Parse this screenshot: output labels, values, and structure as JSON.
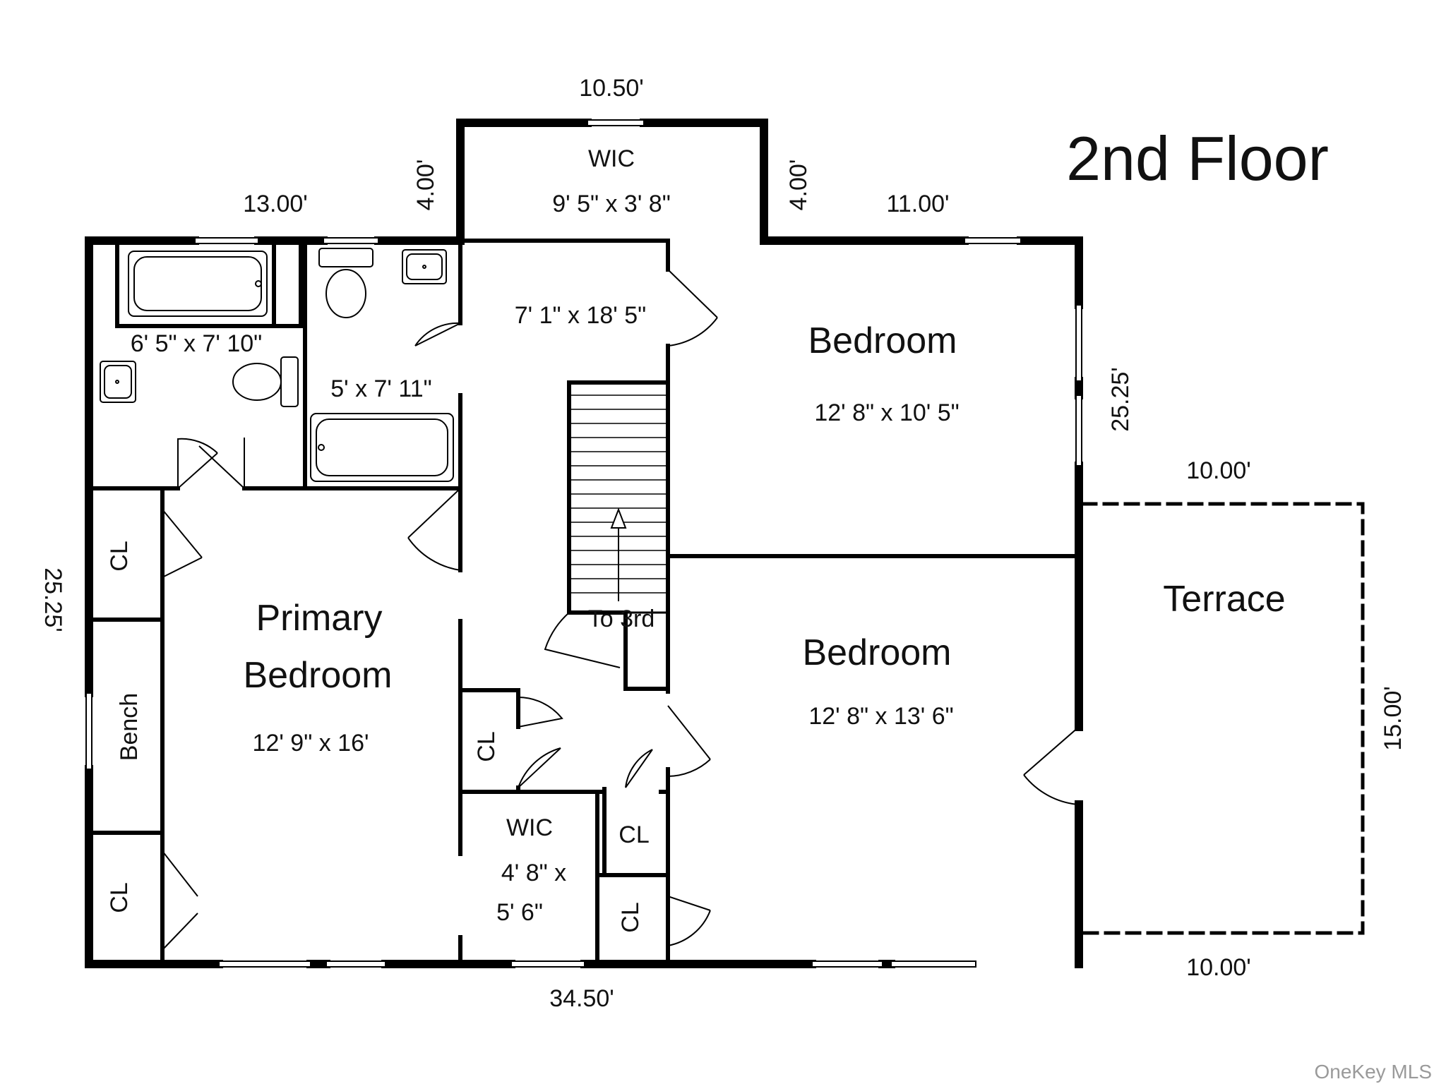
{
  "title": "2nd Floor",
  "watermark": "OneKey MLS",
  "colors": {
    "wall": "#000000",
    "background": "#ffffff",
    "watermark": "#9a9a9a"
  },
  "exterior_dims": {
    "top_wic": "10.50'",
    "top_left": "13.00'",
    "top_right": "11.00'",
    "wic_left_side": "4.00'",
    "wic_right_side": "4.00'",
    "left_side": "25.25'",
    "right_side": "25.25'",
    "bottom": "34.50'",
    "terrace_top": "10.00'",
    "terrace_bottom": "10.00'",
    "terrace_side": "15.00'"
  },
  "rooms": {
    "wic_top": {
      "name": "WIC",
      "size": "9' 5\" x 3' 8\""
    },
    "bath_left": {
      "size": "6' 5\" x 7' 10\""
    },
    "bath_right": {
      "size": "5' x 7' 11\""
    },
    "hall": {
      "size": "7' 1\" x 18' 5\""
    },
    "bedroom_top": {
      "name": "Bedroom",
      "size": "12' 8\" x 10' 5\""
    },
    "bedroom_bottom": {
      "name": "Bedroom",
      "size": "12' 8\" x 13' 6\""
    },
    "primary": {
      "name_line1": "Primary",
      "name_line2": "Bedroom",
      "size": "12' 9\" x 16'"
    },
    "terrace": {
      "name": "Terrace"
    },
    "stairs": {
      "label": "To 3rd"
    },
    "wic_bottom": {
      "name": "WIC",
      "size_line1": "4' 8\" x",
      "size_line2": "5' 6\""
    },
    "closet_upper": {
      "name": "CL"
    },
    "closet_lower": {
      "name": "CL"
    },
    "closet_hall": {
      "name": "CL"
    },
    "closet_mid": {
      "name": "CL"
    },
    "closet_bottom": {
      "name": "CL"
    },
    "bench": {
      "name": "Bench"
    }
  }
}
